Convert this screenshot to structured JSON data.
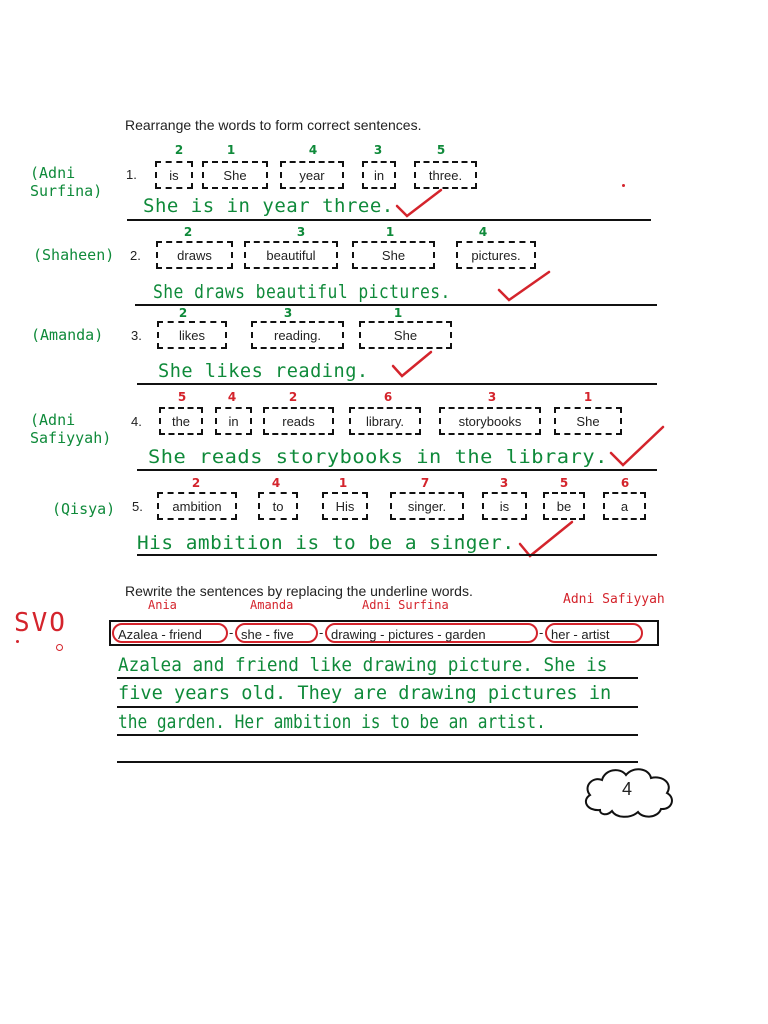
{
  "section1": {
    "instruction": "Rearrange the words to form correct sentences.",
    "questions": [
      {
        "number": "1.",
        "student": "(Adni\nSurfina)",
        "words": [
          {
            "text": "is",
            "order": "2"
          },
          {
            "text": "She",
            "order": "1"
          },
          {
            "text": "year",
            "order": "4"
          },
          {
            "text": "in",
            "order": "3"
          },
          {
            "text": "three.",
            "order": "5"
          }
        ],
        "order_color": "#0f8a3a",
        "answer": "She is in year three."
      },
      {
        "number": "2.",
        "student": "(Shaheen)",
        "words": [
          {
            "text": "draws",
            "order": "2"
          },
          {
            "text": "beautiful",
            "order": "3"
          },
          {
            "text": "She",
            "order": "1"
          },
          {
            "text": "pictures.",
            "order": "4"
          }
        ],
        "order_color": "#0f8a3a",
        "answer": "She draws beautiful pictures."
      },
      {
        "number": "3.",
        "student": "(Amanda)",
        "words": [
          {
            "text": "likes",
            "order": "2"
          },
          {
            "text": "reading.",
            "order": "3"
          },
          {
            "text": "She",
            "order": "1"
          }
        ],
        "order_color": "#0f8a3a",
        "answer": "She likes reading."
      },
      {
        "number": "4.",
        "student": "(Adni\nSafiyyah)",
        "words": [
          {
            "text": "the",
            "order": "5"
          },
          {
            "text": "in",
            "order": "4"
          },
          {
            "text": "reads",
            "order": "2"
          },
          {
            "text": "library.",
            "order": "6"
          },
          {
            "text": "storybooks",
            "order": "3"
          },
          {
            "text": "She",
            "order": "1"
          }
        ],
        "order_color": "#d4242c",
        "answer": "She reads storybooks in the library."
      },
      {
        "number": "5.",
        "student": "(Qisya)",
        "words": [
          {
            "text": "ambition",
            "order": "2"
          },
          {
            "text": "to",
            "order": "4"
          },
          {
            "text": "His",
            "order": "1"
          },
          {
            "text": "singer.",
            "order": "7"
          },
          {
            "text": "is",
            "order": "3"
          },
          {
            "text": "be",
            "order": "5"
          },
          {
            "text": "a",
            "order": "6"
          }
        ],
        "order_color": "#d4242c",
        "answer": "His ambition is to be a singer."
      }
    ]
  },
  "section2": {
    "instruction": "Rewrite the sentences by replacing the underline words.",
    "margin_note": "SVO",
    "groups": [
      {
        "text": "Azalea - friend",
        "student": "Ania"
      },
      {
        "text": "she  -  five",
        "student": "Amanda"
      },
      {
        "text": "drawing  -  pictures  -  garden",
        "student": "Adni Surfina"
      },
      {
        "text": "her  -  artist",
        "student": "Adni Safiyyah"
      }
    ],
    "separators": [
      "-",
      "-",
      "-"
    ],
    "answer_lines": [
      "Azalea and friend like drawing picture. She is",
      "five years old. They are drawing pictures in",
      "the garden. Her ambition is to be an artist."
    ]
  },
  "page_number": "4"
}
